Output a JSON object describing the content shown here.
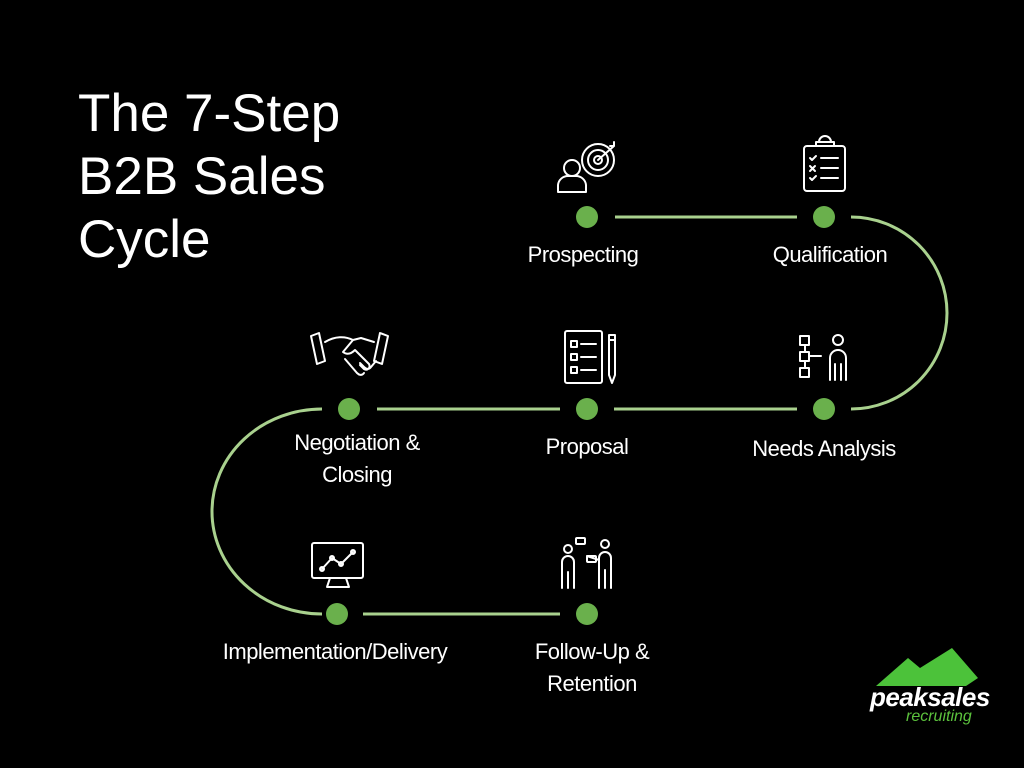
{
  "title": {
    "lines": [
      "The 7-Step",
      "B2B Sales",
      "Cycle"
    ]
  },
  "colors": {
    "dot": "#6ab04c",
    "line": "#a9d18e",
    "text": "#ffffff",
    "background": "#000000"
  },
  "steps": [
    {
      "label": [
        "Prospecting"
      ],
      "icon": "person-target-icon"
    },
    {
      "label": [
        "Qualification"
      ],
      "icon": "clipboard-checklist-icon"
    },
    {
      "label": [
        "Needs Analysis"
      ],
      "icon": "flowchart-person-icon"
    },
    {
      "label": [
        "Proposal"
      ],
      "icon": "document-pencil-icon"
    },
    {
      "label": [
        "Negotiation &",
        "Closing"
      ],
      "icon": "handshake-icon"
    },
    {
      "label": [
        "Implementation/Delivery"
      ],
      "icon": "monitor-chart-icon"
    },
    {
      "label": [
        "Follow-Up &",
        "Retention"
      ],
      "icon": "people-conversation-icon"
    }
  ],
  "logo": {
    "brand": "peaksales",
    "sub": "recruiting"
  }
}
